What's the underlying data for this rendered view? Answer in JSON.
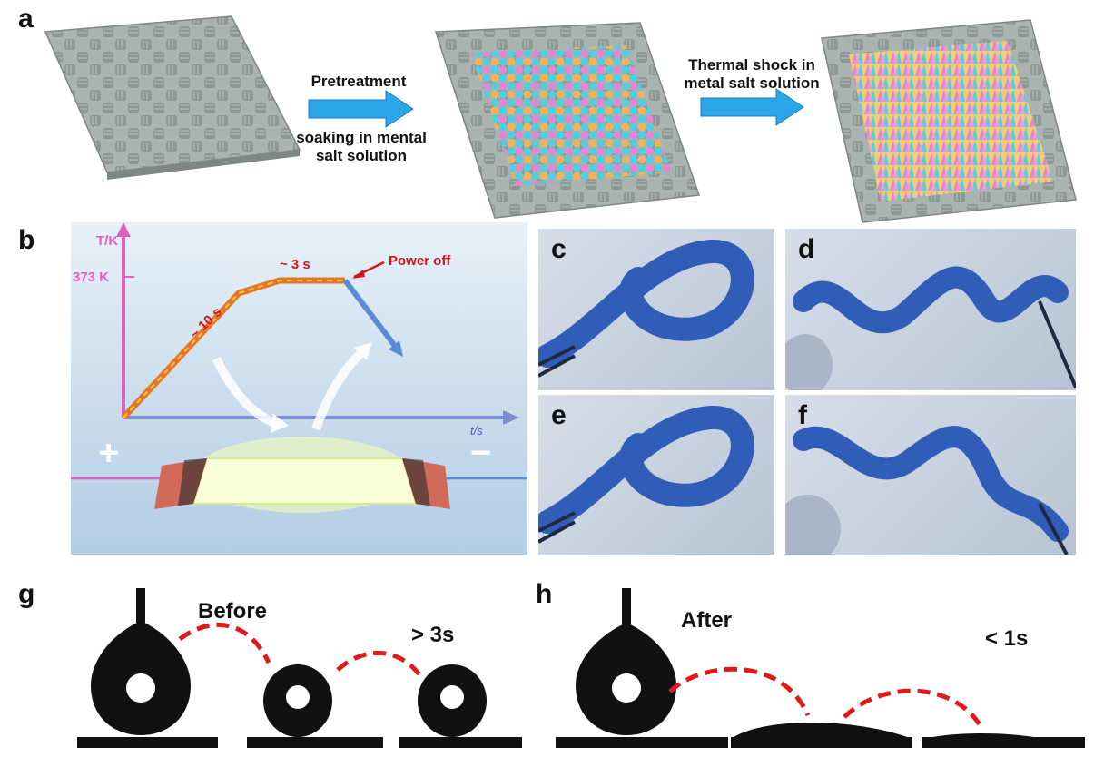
{
  "panels": {
    "a": "a",
    "b": "b",
    "c": "c",
    "d": "d",
    "e": "e",
    "f": "f",
    "g": "g",
    "h": "h"
  },
  "panel_a": {
    "step1_above": "Pretreatment",
    "step1_below": "soaking in mental salt solution",
    "step2_above": "Thermal shock in metal salt solution"
  },
  "panel_b": {
    "y_axis_label": "T/K",
    "temp_tick": "373 K",
    "ramp_time": "~ 10 s",
    "hold_time": "~ 3 s",
    "power_off": "Power off",
    "x_axis_label": "t/s",
    "plus_sign": "+",
    "minus_sign": "−"
  },
  "panel_g": {
    "label_before": "Before",
    "time_before": "> 3s"
  },
  "panel_h": {
    "label_after": "After",
    "time_after": "< 1s"
  },
  "colors": {
    "fabric": "#9eaaa6",
    "nanoarray_pink": "#e884d4",
    "nanoarray_cyan": "#4fd0e0",
    "nanoarray_orange": "#f4b05a",
    "arrow_blue": "#2aa5e8",
    "dash_red": "#e01a1a",
    "ribbon_blue": "#2f5db8"
  }
}
